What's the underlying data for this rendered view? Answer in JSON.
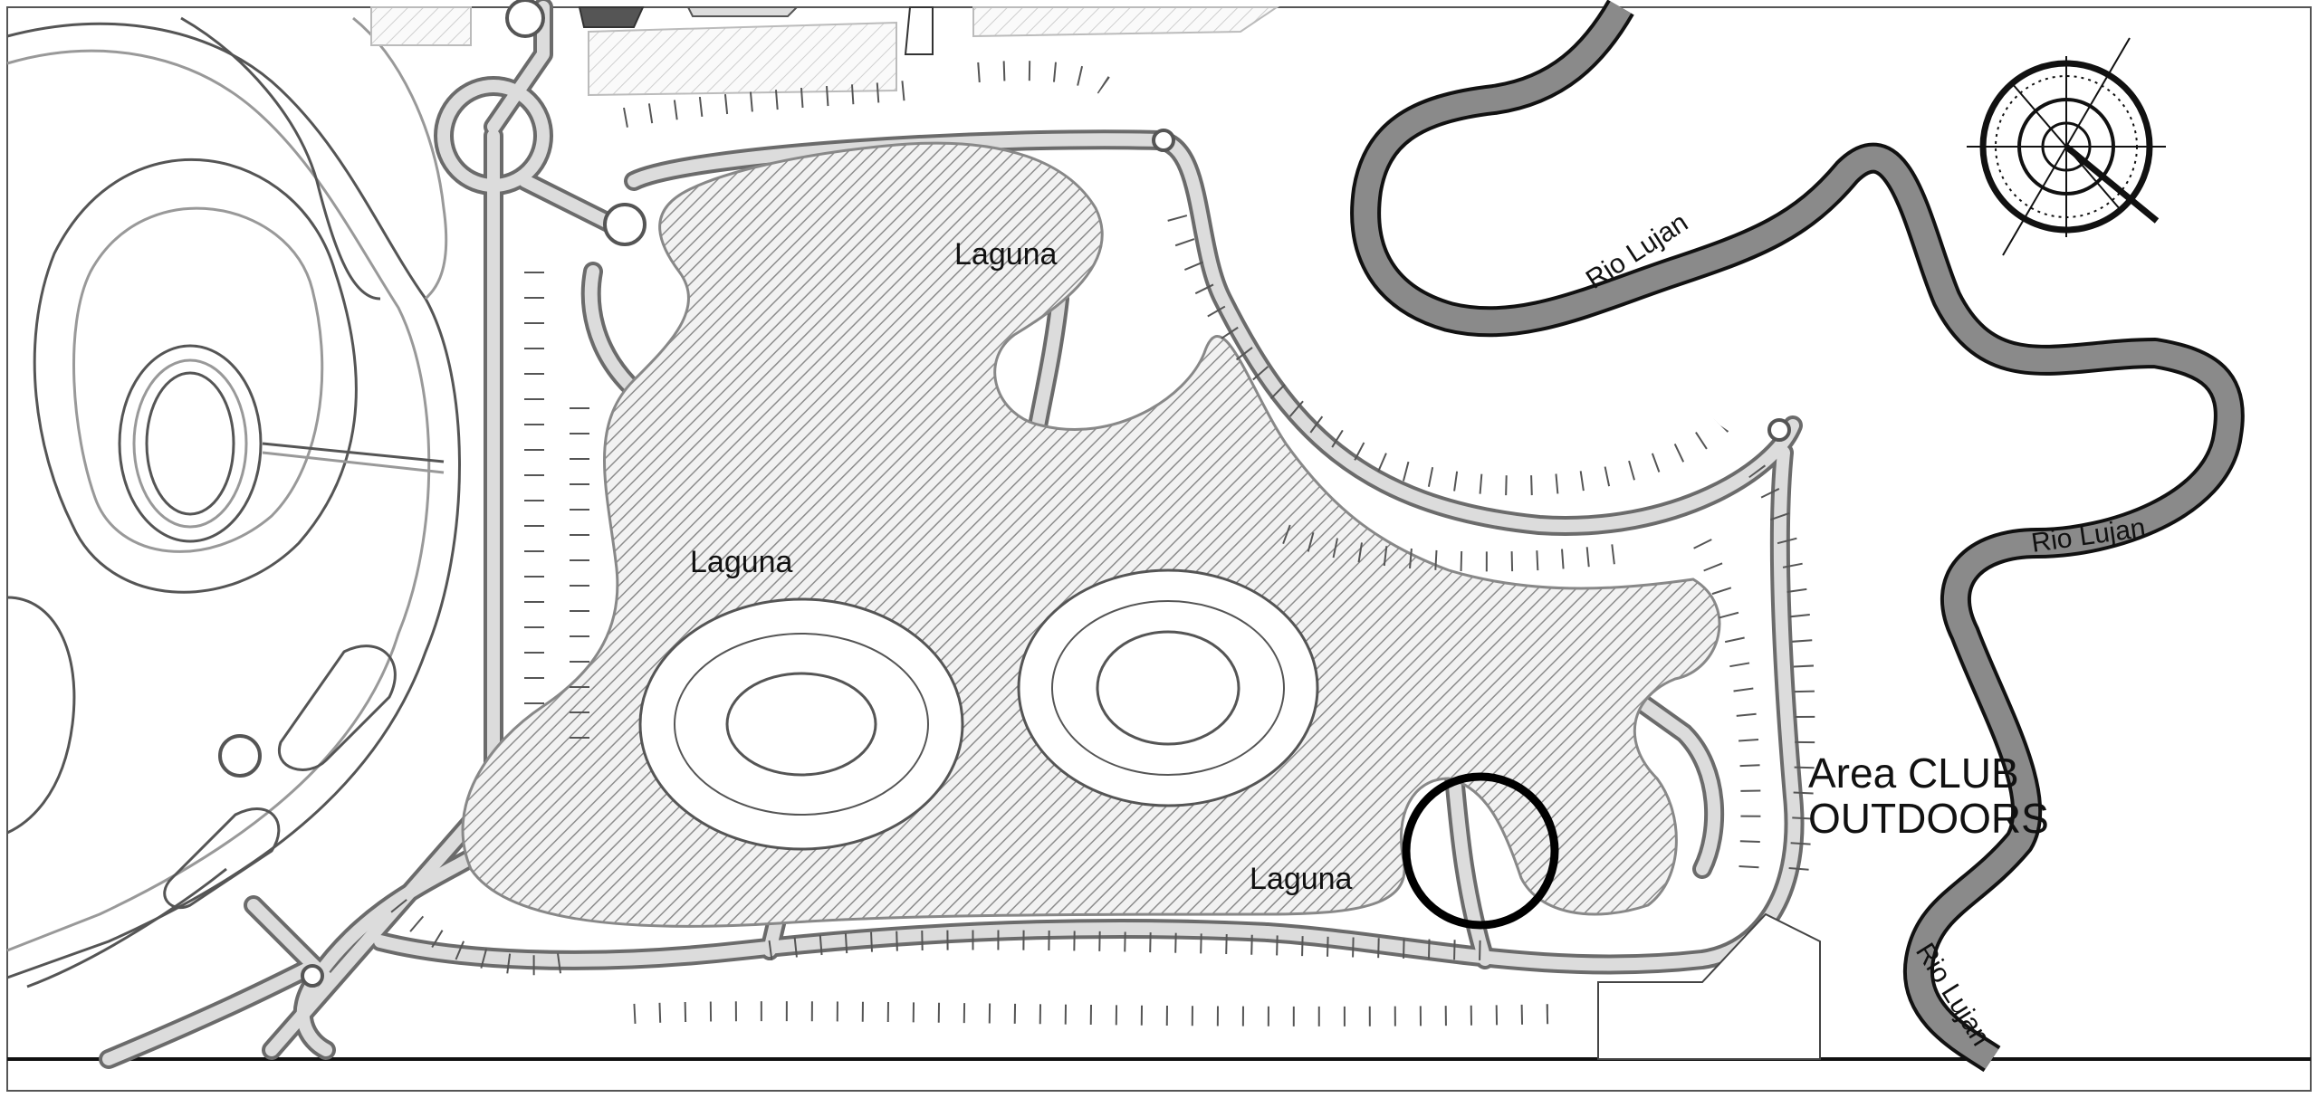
{
  "map": {
    "water_labels": {
      "laguna_north": "Laguna",
      "laguna_west": "Laguna",
      "laguna_south": "Laguna"
    },
    "river_labels": [
      "Rio Lujan",
      "Rio Lujan",
      "Rio Lujan"
    ],
    "area_label": {
      "line1": "Area CLUB",
      "line2": "OUTDOORS"
    },
    "highlight": "circle around lots 270-274",
    "compass_icon": "compass-rose-icon",
    "colors": {
      "river": "#8a8a8a",
      "river_border": "#111111",
      "water_hatch": "#7a7a7a",
      "road": "#d8d8d8",
      "lot_outline": "#444444",
      "highlight_ring": "#000000"
    }
  }
}
